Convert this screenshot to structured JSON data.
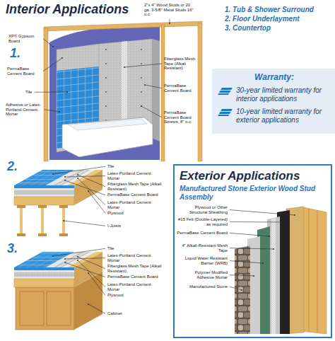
{
  "diagram": {
    "title": "Interior Applications",
    "nodes": [
      {
        "text": [
          "Warranty:",
          "30-year limited warranty for interior applications",
          "10-year limited warranty for exterior applications"
        ]
      },
      {
        "text": [
          "Exterior Applications",
          "Manufactured Stone Exterior Wood Stud Assembly"
        ]
      }
    ],
    "labels": [
      "1. Tub & Shower Surround",
      "2. Floor Underlayment",
      "3. Countertop",
      "1.",
      "XP® Gypsum Board",
      "PermaBase Cement Board",
      "Tile",
      "Adhesive or Latex-Portland Cement Mortar",
      "2\"x 4\" Wood Studs or 20 ga. 3-5/8\" Metal Studs 16\" o.c.",
      "Fiberglass Mesh Tape (Alkali Resistant)",
      "PermaBase Cement Board",
      "PermaBase Cement Board Screws, 8\" o.c.",
      "2.",
      "Tile",
      "Latex-Portland Cement Mortar",
      "Fiberglass Mesh Tape (Alkali Resistant)",
      "PermaBase Cement Board",
      "Latex-Portland Cement Mortar",
      "Plywood",
      "I-Joists",
      "3.",
      "Tile",
      "Latex-Portland Cement Mortar",
      "Fiberglass Mesh Tape (Alkali Resistant)",
      "PermaBase Cement Board",
      "Latex-Portland Cement Mortar",
      "Plywood",
      "Cabinet",
      "Plywood or Other Structural Sheathing",
      "#15 Felt (Double-Layered) as required",
      "PermaBase Cement Board",
      "4\" Alkali-Resistant Mesh Tape",
      "Liquid Water Resistant Barrier (WRB)",
      "Polymer Modified Adhesive Mortar",
      "Manufactured Stone"
    ]
  }
}
